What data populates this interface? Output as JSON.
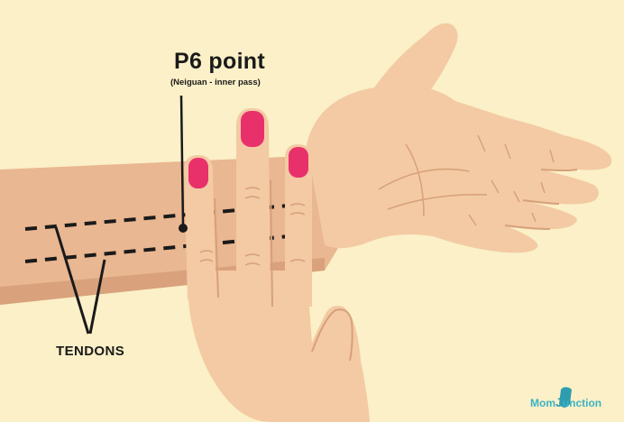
{
  "point_label": {
    "title": "P6 point",
    "subtitle": "(Neiguan - inner pass)"
  },
  "tendons_label": "TENDONS",
  "logo": {
    "left": "Mom",
    "mark": "J",
    "right": "unction"
  },
  "colors": {
    "background": "#fbf0c7",
    "skin_arm": "#e9b791",
    "skin_hand": "#f3caa3",
    "skin_shadow": "#d7a07a",
    "nail": "#e8316b",
    "line": "#1a1a1a",
    "logo": "#3bb3c4"
  }
}
